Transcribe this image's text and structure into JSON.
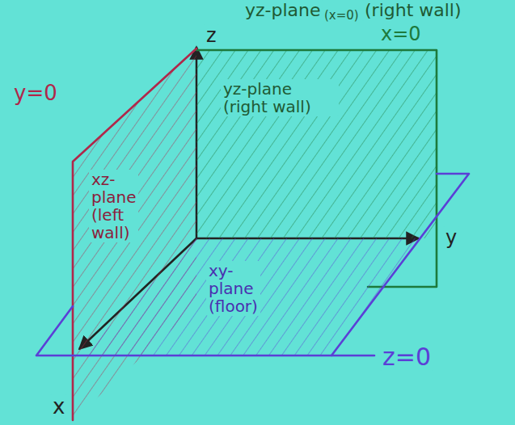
{
  "diagram": {
    "nodes": [
      {
        "text": [
          "yz-plane (right wall)"
        ]
      },
      {
        "text": [
          "xz-plane (left wall)"
        ]
      },
      {
        "text": [
          "xy-plane (floor)"
        ]
      }
    ],
    "labels": [
      "yz-plane",
      "(x=0)",
      "(right wall)",
      "z",
      "x=0",
      "y=0",
      "y",
      "z=0",
      "x"
    ]
  }
}
